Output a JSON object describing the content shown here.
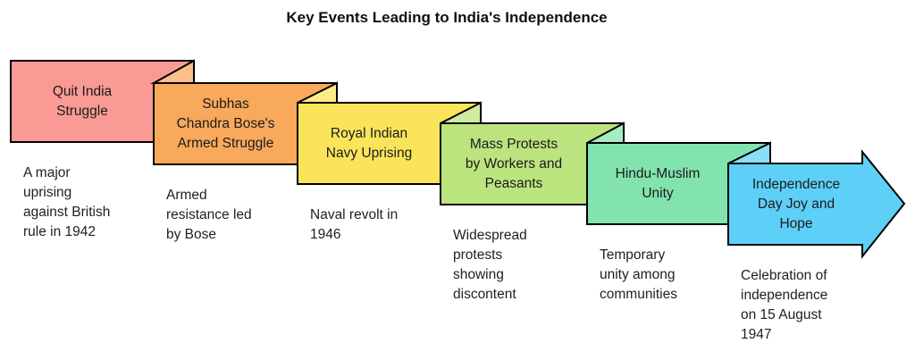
{
  "title": "Key Events Leading to India's Independence",
  "colors": {
    "background": "#ffffff",
    "border": "#000000",
    "text": "#1b1b1b"
  },
  "events": [
    {
      "label": "Quit India\nStruggle",
      "description": "A major\nuprising\nagainst British\nrule in 1942",
      "color": "#F99B94",
      "fold_color": "#FBB5AF"
    },
    {
      "label": "Subhas\nChandra Bose's\nArmed Struggle",
      "description": "Armed\nresistance led\nby Bose",
      "color": "#F8A95C",
      "fold_color": "#FAC088"
    },
    {
      "label": "Royal Indian\nNavy Uprising",
      "description": "Naval revolt in\n1946",
      "color": "#FAE55A",
      "fold_color": "#FBEC88"
    },
    {
      "label": "Mass Protests\nby Workers and\nPeasants",
      "description": "Widespread\nprotests\nshowing\ndiscontent",
      "color": "#BCE47E",
      "fold_color": "#CFEBA1"
    },
    {
      "label": "Hindu-Muslim\nUnity",
      "description": "Temporary\nunity among\ncommunities",
      "color": "#82E3AE",
      "fold_color": "#A4EBC6"
    },
    {
      "label": "Independence\nDay Joy and\nHope",
      "description": "Celebration of\nindependence\non 15 August\n1947",
      "color": "#5ED0F7",
      "fold_color": "#8BDEF9"
    }
  ]
}
